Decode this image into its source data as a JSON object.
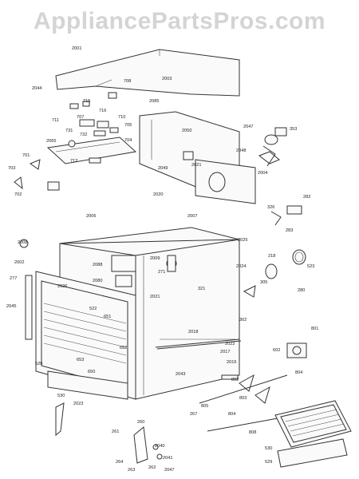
{
  "watermark": "AppliancePartsPros.com",
  "callouts": [
    {
      "id": "c2001",
      "text": "2001"
    },
    {
      "id": "c2003",
      "text": "2003"
    },
    {
      "id": "c2044",
      "text": "2044"
    },
    {
      "id": "c708",
      "text": "708"
    },
    {
      "id": "c715",
      "text": "715"
    },
    {
      "id": "c711",
      "text": "711"
    },
    {
      "id": "c707",
      "text": "707"
    },
    {
      "id": "c2085",
      "text": "2085"
    },
    {
      "id": "c2050",
      "text": "2050"
    },
    {
      "id": "c2047",
      "text": "2047"
    },
    {
      "id": "c353",
      "text": "353"
    },
    {
      "id": "c2048",
      "text": "2048"
    },
    {
      "id": "c2021",
      "text": "2021"
    },
    {
      "id": "c2004",
      "text": "2004"
    },
    {
      "id": "c710",
      "text": "710"
    },
    {
      "id": "c716",
      "text": "716"
    },
    {
      "id": "c731",
      "text": "731"
    },
    {
      "id": "c732",
      "text": "732"
    },
    {
      "id": "c2065",
      "text": "2065"
    },
    {
      "id": "c704",
      "text": "704"
    },
    {
      "id": "c705",
      "text": "705"
    },
    {
      "id": "c712",
      "text": "712"
    },
    {
      "id": "c2049",
      "text": "2049"
    },
    {
      "id": "c701",
      "text": "701"
    },
    {
      "id": "c702",
      "text": "702"
    },
    {
      "id": "c703",
      "text": "703"
    },
    {
      "id": "c2006",
      "text": "2006"
    },
    {
      "id": "c2020",
      "text": "2020"
    },
    {
      "id": "c2007",
      "text": "2007"
    },
    {
      "id": "c2025",
      "text": "2025"
    },
    {
      "id": "c326",
      "text": "326"
    },
    {
      "id": "c282",
      "text": "282"
    },
    {
      "id": "c283",
      "text": "283"
    },
    {
      "id": "c2008",
      "text": "2008"
    },
    {
      "id": "c2002",
      "text": "2002"
    },
    {
      "id": "c2009",
      "text": "2009"
    },
    {
      "id": "c2088",
      "text": "2088"
    },
    {
      "id": "c2080",
      "text": "2080"
    },
    {
      "id": "c271",
      "text": "271"
    },
    {
      "id": "c2024",
      "text": "2024"
    },
    {
      "id": "c218",
      "text": "218"
    },
    {
      "id": "c523",
      "text": "523"
    },
    {
      "id": "c277",
      "text": "277"
    },
    {
      "id": "c2045",
      "text": "2045"
    },
    {
      "id": "c2026",
      "text": "2026"
    },
    {
      "id": "c2021b",
      "text": "2021"
    },
    {
      "id": "c321",
      "text": "321"
    },
    {
      "id": "c305",
      "text": "305"
    },
    {
      "id": "c280",
      "text": "280"
    },
    {
      "id": "c522",
      "text": "522"
    },
    {
      "id": "c651",
      "text": "651"
    },
    {
      "id": "c302",
      "text": "302"
    },
    {
      "id": "c2018",
      "text": "2018"
    },
    {
      "id": "c2022",
      "text": "2022"
    },
    {
      "id": "c2017",
      "text": "2017"
    },
    {
      "id": "c602",
      "text": "602"
    },
    {
      "id": "c801",
      "text": "801"
    },
    {
      "id": "c652",
      "text": "652"
    },
    {
      "id": "c520",
      "text": "520"
    },
    {
      "id": "c653",
      "text": "653"
    },
    {
      "id": "c650",
      "text": "650"
    },
    {
      "id": "c2043",
      "text": "2043"
    },
    {
      "id": "c2016",
      "text": "2016"
    },
    {
      "id": "c804",
      "text": "804"
    },
    {
      "id": "c802",
      "text": "802"
    },
    {
      "id": "c2023",
      "text": "2023"
    },
    {
      "id": "c530",
      "text": "530"
    },
    {
      "id": "c267",
      "text": "267"
    },
    {
      "id": "c805",
      "text": "805"
    },
    {
      "id": "c803",
      "text": "803"
    },
    {
      "id": "c804b",
      "text": "804"
    },
    {
      "id": "c260",
      "text": "260"
    },
    {
      "id": "c261",
      "text": "261"
    },
    {
      "id": "c2040",
      "text": "2040"
    },
    {
      "id": "c2041",
      "text": "2041"
    },
    {
      "id": "c264",
      "text": "264"
    },
    {
      "id": "c262",
      "text": "262"
    },
    {
      "id": "c263",
      "text": "263"
    },
    {
      "id": "c2047b",
      "text": "2047"
    },
    {
      "id": "c808",
      "text": "808"
    },
    {
      "id": "c530b",
      "text": "530"
    },
    {
      "id": "c529",
      "text": "529"
    }
  ]
}
